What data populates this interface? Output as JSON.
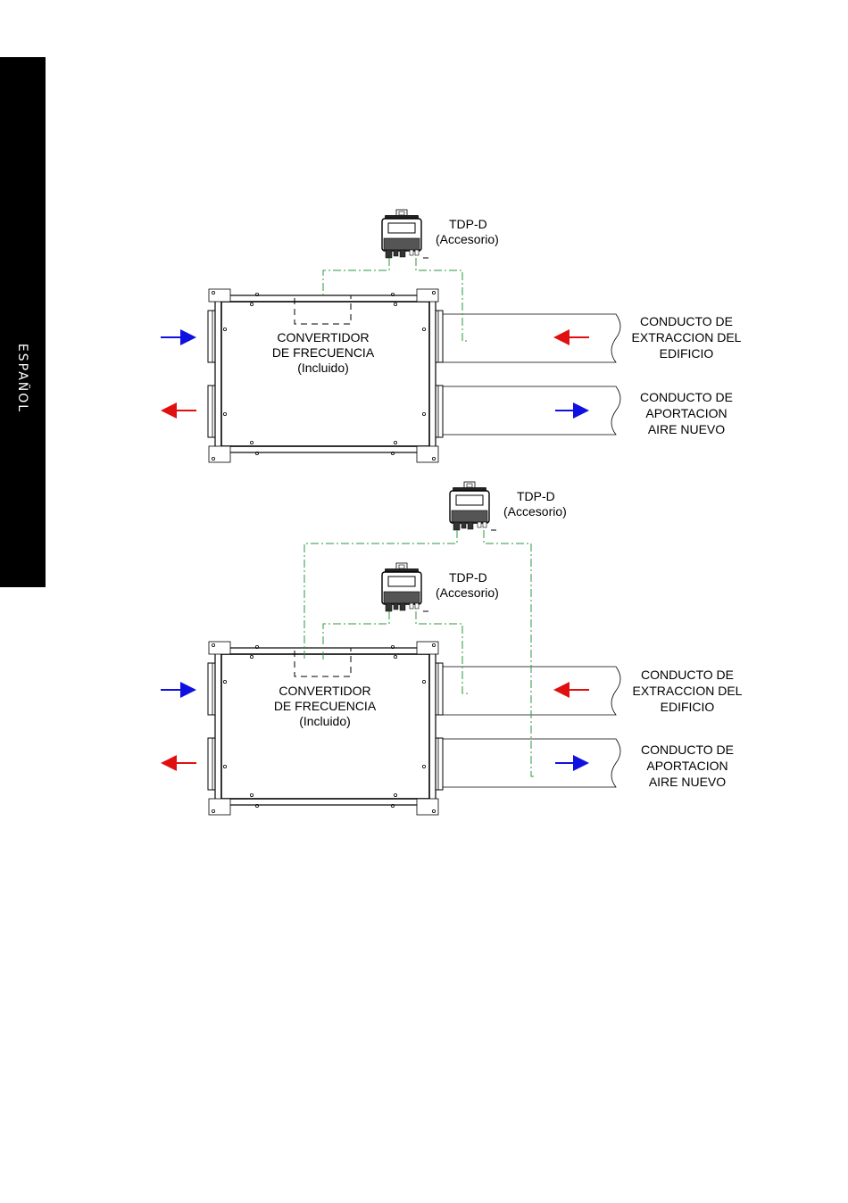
{
  "language_tab": {
    "label": "ESPAÑOL"
  },
  "colors": {
    "intake_arrow": "#1010e0",
    "exhaust_arrow": "#e01010",
    "signal_line": "#2a9a3a",
    "outline": "#000000"
  },
  "diagrams": [
    {
      "sensors": [
        {
          "name": "TDP-D",
          "note": "(Accesorio)"
        }
      ],
      "converter": {
        "lines": [
          "CONVERTIDOR",
          "DE FRECUENCIA",
          "(Incluido)"
        ]
      },
      "ducts": [
        {
          "lines": [
            "CONDUCTO DE",
            "EXTRACCION DEL",
            "EDIFICIO"
          ]
        },
        {
          "lines": [
            "CONDUCTO DE",
            "APORTACION",
            "AIRE NUEVO"
          ]
        }
      ]
    },
    {
      "sensors": [
        {
          "name": "TDP-D",
          "note": "(Accesorio)"
        },
        {
          "name": "TDP-D",
          "note": "(Accesorio)"
        }
      ],
      "converter": {
        "lines": [
          "CONVERTIDOR",
          "DE FRECUENCIA",
          "(Incluido)"
        ]
      },
      "ducts": [
        {
          "lines": [
            "CONDUCTO DE",
            "EXTRACCION DEL",
            "EDIFICIO"
          ]
        },
        {
          "lines": [
            "CONDUCTO DE",
            "APORTACION",
            "AIRE NUEVO"
          ]
        }
      ]
    }
  ]
}
